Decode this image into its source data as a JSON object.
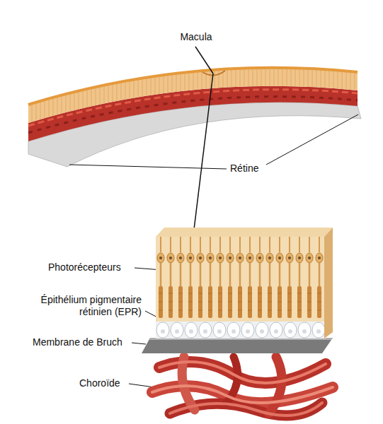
{
  "diagram": {
    "labels": [
      "Macula",
      "Rétine",
      "Photorécepteurs",
      "Épithélium pigmentaire rétinien (EPR)",
      "Membrane de Bruch",
      "Choroïde"
    ]
  }
}
